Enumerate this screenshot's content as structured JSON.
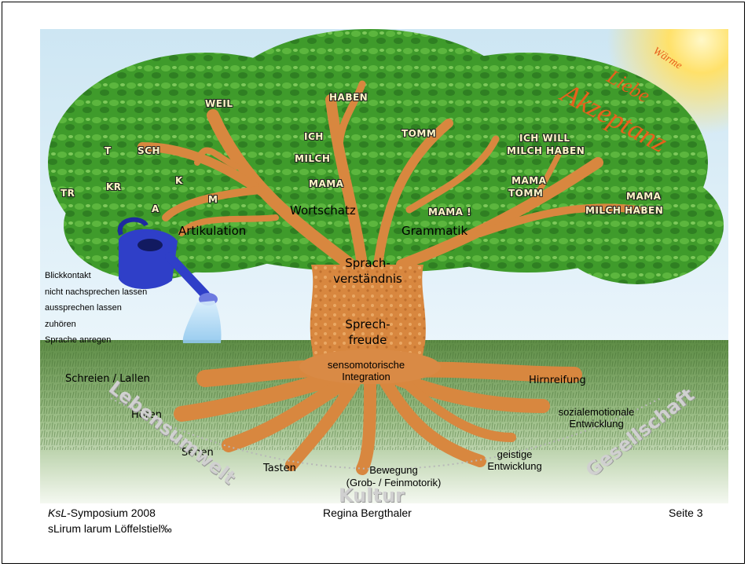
{
  "slide": {
    "footer_left_event_italic": "KsL",
    "footer_left_event_rest": "-Symposium 2008",
    "footer_left_subtitle": "sLirum larum Löffelstiel‰",
    "footer_center": "Regina Bergthaler",
    "footer_right": "Seite 3"
  },
  "diagram": {
    "sun_words": [
      "Wärme",
      "Liebe",
      "Akzeptanz"
    ],
    "crown_words": {
      "sounds": [
        "T",
        "SCH",
        "KR",
        "K",
        "TR",
        "A",
        "M"
      ],
      "words": [
        "WEIL",
        "HABEN",
        "ICH",
        "TOMM",
        "MILCH",
        "MAMA"
      ],
      "phrases": [
        "ICH WILL",
        "MILCH HABEN",
        "MAMA",
        "TOMM",
        "MAMA !",
        "MAMA",
        "MILCH HABEN"
      ]
    },
    "branch_labels": {
      "wortschatz": "Wortschatz",
      "artikulation": "Artikulation",
      "grammatik": "Grammatik"
    },
    "trunk_labels": {
      "sprachverstaendnis_1": "Sprach-",
      "sprachverstaendnis_2": "verständnis",
      "sprechfreude_1": "Sprech-",
      "sprechfreude_2": "freude"
    },
    "watering_can_labels": [
      "Blickkontakt",
      "nicht nachsprechen lassen",
      "aussprechen lassen",
      "zuhören",
      "Sprache anregen"
    ],
    "root_labels": {
      "integration_1": "sensomotorische",
      "integration_2": "Integration",
      "schreien": "Schreien / Lallen",
      "hoeren": "Hören",
      "sehen": "Sehen",
      "tasten": "Tasten",
      "bewegung_1": "Bewegung",
      "bewegung_2": "(Grob- / Feinmotorik)",
      "geistige_1": "geistige",
      "geistige_2": "Entwicklung",
      "sozial_1": "sozialemotionale",
      "sozial_2": "Entwicklung",
      "hirnreifung": "Hirnreifung"
    },
    "ground_arc": {
      "left": "Lebensumwelt",
      "center": "Kultur",
      "right": "Gesellschaft"
    },
    "colors": {
      "leaf": "#3e9a2a",
      "leaf_light": "#6cc04a",
      "sky": "#d7ecf6",
      "sun": "#ffd64a",
      "bark": "#d98a45",
      "grass": "#4f7a3a",
      "watering_can": "#2f3fc8",
      "akzeptanz": "#e8601c"
    }
  }
}
